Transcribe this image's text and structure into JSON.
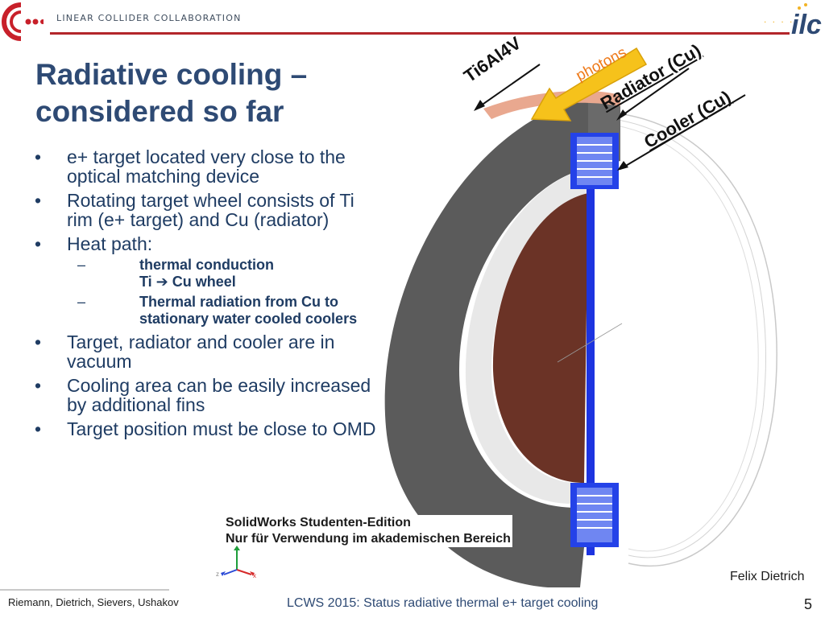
{
  "header": {
    "org_name": "LINEAR COLLIDER COLLABORATION",
    "accent_color": "#b3262b",
    "logo_left": "lcc-logo-icon",
    "logo_right": "ilc-logo-icon"
  },
  "slide": {
    "title_line1": "Radiative  cooling –",
    "title_line2": "considered so far",
    "bullets": [
      {
        "text": "e+ target located very close to the optical matching device"
      },
      {
        "text": "Rotating target wheel consists of Ti rim (e+ target) and Cu (radiator)"
      },
      {
        "text": "Heat path:",
        "sub": [
          {
            "line1": "thermal conduction",
            "line2_a": "Ti ",
            "arrow": "➔",
            "line2_b": " Cu wheel"
          },
          {
            "line1": "Thermal radiation from  Cu  to",
            "line2": "stationary water cooled coolers"
          }
        ]
      },
      {
        "text": "Target, radiator and cooler are in vacuum"
      },
      {
        "text": "Cooling area can be easily increased by additional fins"
      },
      {
        "text": "Target position must be close to OMD"
      }
    ]
  },
  "figure": {
    "label_ti": "Ti6Al4V",
    "label_photons": "photons",
    "label_radiator": "Radiator (Cu)",
    "label_cooler": "Cooler (Cu)",
    "watermark_line1": "SolidWorks Studenten-Edition",
    "watermark_line2": "Nur für Verwendung im akademischen Bereich",
    "axis_icon": "xyz-triad-icon",
    "credit": "Felix Dietrich"
  },
  "footer": {
    "authors": "Riemann, Dietrich, Sievers, Ushakov",
    "event": "LCWS 2015:  Status radiative thermal e+ target cooling",
    "page": "5"
  }
}
